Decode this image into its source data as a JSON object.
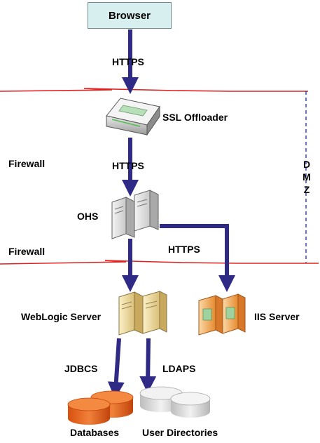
{
  "nodes": {
    "browser": "Browser",
    "ssl_offloader": "SSL Offloader",
    "ohs": "OHS",
    "weblogic": "WebLogic Server",
    "iis": "IIS Server",
    "databases": "Databases",
    "user_directories": "User Directories"
  },
  "connections": {
    "https_1": "HTTPS",
    "https_2": "HTTPS",
    "https_3": "HTTPS",
    "jdbcs": "JDBCS",
    "ldaps": "LDAPS"
  },
  "zones": {
    "firewall_1": "Firewall",
    "firewall_2": "Firewall",
    "dmz_letters": [
      "D",
      "M",
      "Z"
    ]
  },
  "colors": {
    "arrow": "#2e2a86",
    "firewall": "#e02020",
    "dmz_line": "#2a3aa8",
    "database": "#e0651a",
    "directory": "#d4d4d4"
  }
}
